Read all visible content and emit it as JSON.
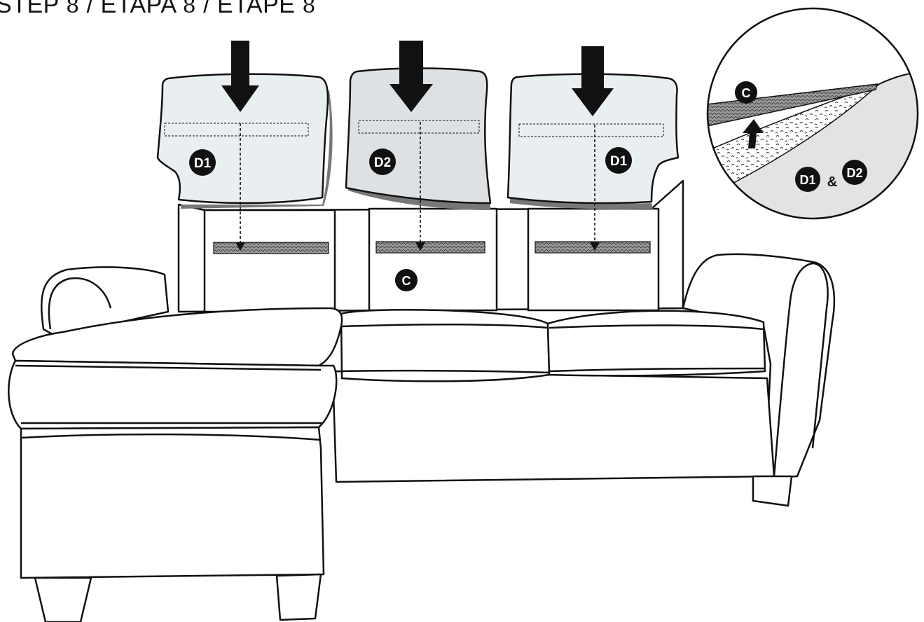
{
  "title": {
    "parts": [
      "STEP ",
      "8",
      " / ETAPA ",
      "8",
      " / ÉTAPE ",
      "8"
    ]
  },
  "labels": {
    "cushion_left": "D1",
    "cushion_middle": "D2",
    "cushion_right": "D1",
    "hook_strip": "C",
    "detail_strip": "C",
    "detail_d1": "D1",
    "detail_amp": "&",
    "detail_d2": "D2"
  },
  "colors": {
    "cushion_d1": "#e9eef1",
    "cushion_d2": "#dde1e4",
    "velcro": "#9a9a9a",
    "detail_bg": "#e1e3e4"
  }
}
